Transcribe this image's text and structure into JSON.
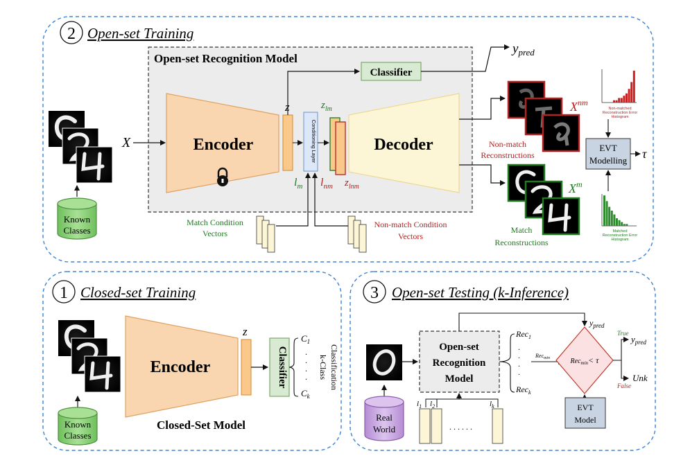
{
  "panels": {
    "open_training": {
      "number": "2",
      "title": "Open-set Training"
    },
    "closed_training": {
      "number": "1",
      "title": "Closed-set Training"
    },
    "open_testing": {
      "number": "3",
      "title": "Open-set Testing (k-Inference)"
    }
  },
  "open_training": {
    "model_title": "Open-set Recognition Model",
    "input_label": "X",
    "encoder_label": "Encoder",
    "decoder_label": "Decoder",
    "classifier_label": "Classifier",
    "z_label": "z",
    "conditioning_label": "Conditioning Layer",
    "zlm_label": "z",
    "zlm_sub": "lm",
    "zlnm_label": "z",
    "zlnm_sub": "lnm",
    "lm_label": "l",
    "lm_sub": "m",
    "lnm_label": "l",
    "lnm_sub": "nm",
    "ypred_label": "y",
    "ypred_sub": "pred",
    "known_classes": [
      "Known",
      "Classes"
    ],
    "match_vectors": [
      "Match Condition",
      "Vectors"
    ],
    "nonmatch_vectors": [
      "Non-match Condition",
      "Vectors"
    ],
    "nonmatch_recon": [
      "Non-match",
      "Reconstructions"
    ],
    "match_recon": [
      "Match",
      "Reconstructions"
    ],
    "xnm_label": "X",
    "xnm_sup": "nm",
    "xm_label": "X",
    "xm_sup": "m",
    "evt_label": [
      "EVT",
      "Modelling"
    ],
    "tau_label": "τ",
    "hist_nonmatch_caption": [
      "Non-matched",
      "Reconstruction Error",
      "Histogram"
    ],
    "hist_match_caption": [
      "Matched",
      "Reconstruction Error",
      "Histogram"
    ],
    "hist_nonmatch_bars": [
      1,
      1,
      2,
      2,
      3,
      4,
      6,
      9,
      14
    ],
    "hist_match_bars": [
      16,
      13,
      10,
      8,
      6,
      4,
      3,
      2,
      1,
      1
    ]
  },
  "closed_training": {
    "encoder_label": "Encoder",
    "z_label": "z",
    "classifier_label": "Classifier",
    "c1_label": "C",
    "c1_sub": "1",
    "ck_label": "C",
    "ck_sub": "k",
    "kclass_label": [
      "k-Class",
      "Classification"
    ],
    "known_classes": [
      "Known",
      "Classes"
    ],
    "model_caption": "Closed-Set Model"
  },
  "open_testing": {
    "model_label": [
      "Open-set",
      "Recognition",
      "Model"
    ],
    "rec1_label": "Rec",
    "rec1_sub": "1",
    "reck_label": "Rec",
    "reck_sub": "k",
    "recmin_label": "Rec",
    "recmin_sub": "min",
    "decision_label": "Rec",
    "decision_sub": "min",
    "decision_op": "< τ",
    "ypred_label": "y",
    "ypred_sub": "pred",
    "ypred_out_label": "y",
    "ypred_out_sub": "pred",
    "true_label": "True",
    "false_label": "False",
    "unk_label": "Unk",
    "tau_label": "τ",
    "evt_label": [
      "EVT",
      "Model"
    ],
    "real_world": [
      "Real",
      "World"
    ],
    "l1_label": "l",
    "l1_sub": "1",
    "l2_label": "l",
    "l2_sub": "2",
    "lk_label": "l",
    "lk_sub": "k",
    "dots_label": ". . . . . ."
  },
  "colors": {
    "panel_border": "#3b82d6",
    "encoder_fill": "#f9d6b0",
    "encoder_stroke": "#e0a060",
    "decoder_fill": "#fdf6d6",
    "decoder_stroke": "#ecd890",
    "classifier_fill": "#d9ead3",
    "classifier_stroke": "#7aa86a",
    "conditioning_fill": "#dce8f8",
    "conditioning_stroke": "#6d8fc4",
    "latent_fill": "#f9c88a",
    "database_fill": "#8fd17c",
    "database_stroke": "#4e8f3f",
    "realworld_fill": "#c9a6e0",
    "realworld_stroke": "#8a5aaa",
    "model_box_fill": "#ececec",
    "evt_fill": "#c9d4e2",
    "decision_fill": "#fbe1e1",
    "decision_stroke": "#c0392b",
    "match_green": "#1f7a1f",
    "nonmatch_red": "#b22222",
    "hist_red": "#cc1f1f",
    "hist_green": "#2e8b2e"
  }
}
